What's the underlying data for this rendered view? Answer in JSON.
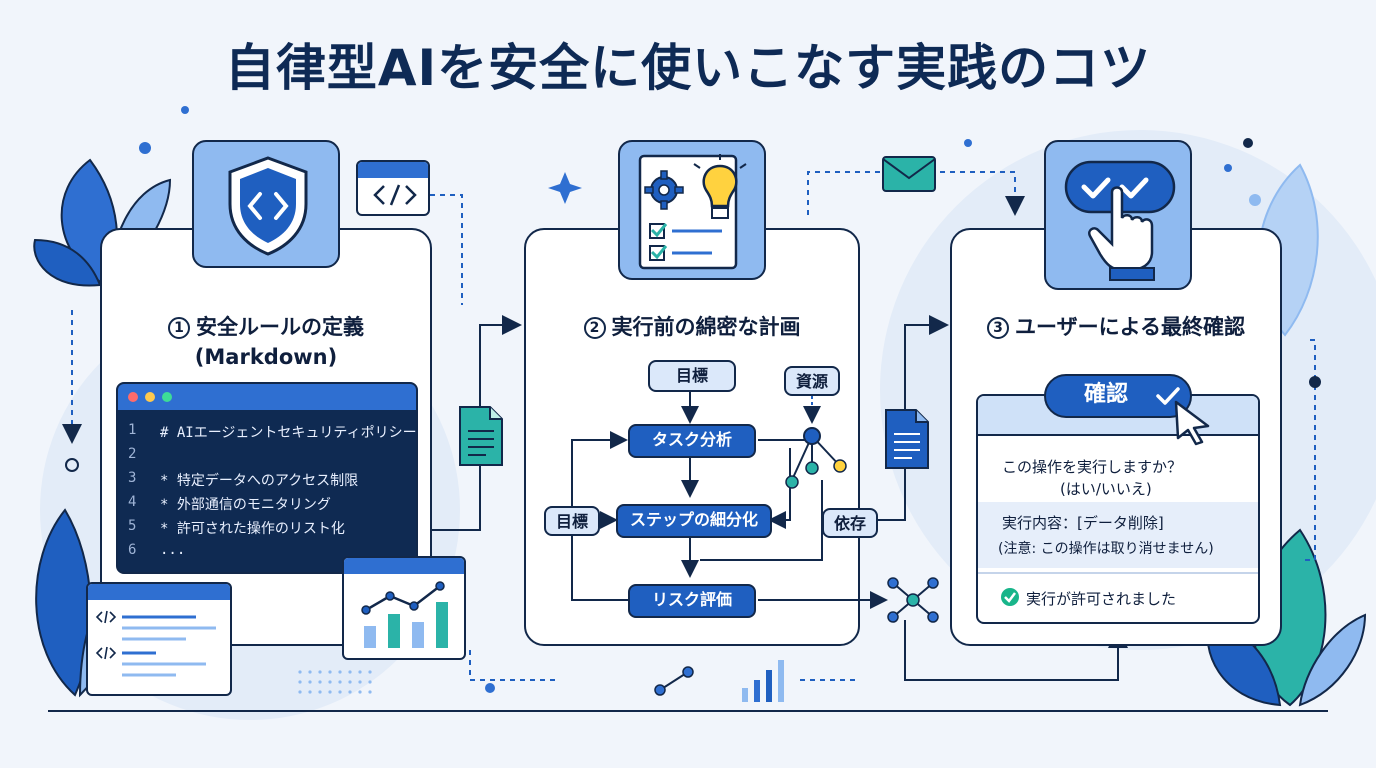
{
  "title": "自律型AIを安全に使いこなす実践のコツ",
  "steps": [
    {
      "number": "1",
      "heading_line1": "安全ルールの定義",
      "heading_line2": "(Markdown)",
      "code_lines": [
        {
          "no": "1",
          "text": "# AIエージェントセキュリティポリシー"
        },
        {
          "no": "2",
          "text": ""
        },
        {
          "no": "3",
          "text": "* 特定データへのアクセス制限"
        },
        {
          "no": "4",
          "text": "* 外部通信のモニタリング"
        },
        {
          "no": "5",
          "text": "* 許可された操作のリスト化"
        },
        {
          "no": "6",
          "text": "..."
        }
      ]
    },
    {
      "number": "2",
      "heading": "実行前の綿密な計画",
      "nodes": {
        "goal_top": "目標",
        "task_analysis": "タスク分析",
        "step_breakdown": "ステップの細分化",
        "risk_eval": "リスク評価",
        "goal_left": "目標",
        "resources": "資源",
        "dependency": "依存"
      }
    },
    {
      "number": "3",
      "heading": "ユーザーによる最終確認",
      "confirm_button": "確認",
      "question": "この操作を実行しますか？",
      "options": "(はい/いいえ)",
      "detail": "実行内容：[データ削除]",
      "warning": "(注意: この操作は取り消せません)",
      "result": "実行が許可されました"
    }
  ],
  "colors": {
    "navy": "#12284a",
    "accent_blue": "#1f5fc0",
    "light_blue": "#8fbaf0",
    "teal": "#2bb3a8",
    "success": "#18b58a"
  }
}
